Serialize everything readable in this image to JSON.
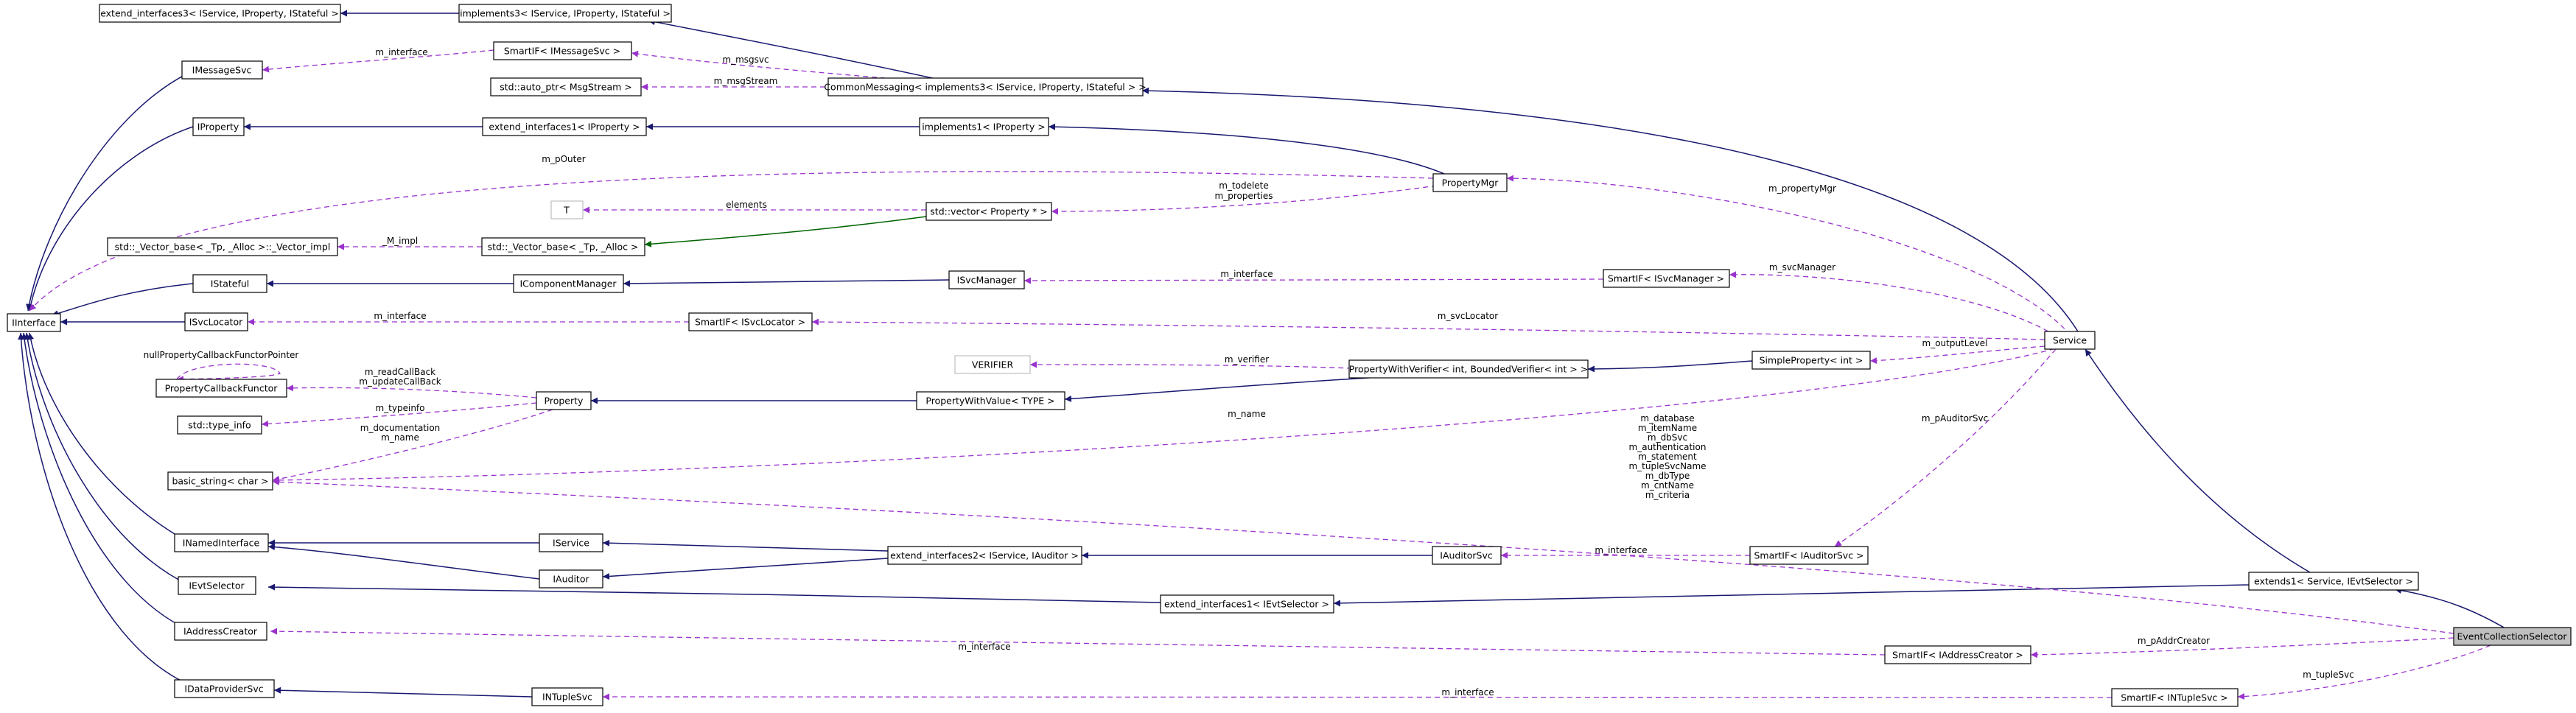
{
  "diagram": {
    "focus_node": "EventCollectionSelector",
    "colors": {
      "inheritance": "#191970",
      "usage": "#9a32cd",
      "template": "#006400",
      "focus_fill": "#bfbfbf"
    },
    "nodes": {
      "IInterface": "IInterface",
      "extend_interfaces3_svc": "extend_interfaces3< IService, IProperty, IStateful >",
      "implements3_svc": "implements3< IService, IProperty, IStateful >",
      "IMessageSvc": "IMessageSvc",
      "SmartIF_IMessageSvc": "SmartIF< IMessageSvc >",
      "auto_ptr_MsgStream": "std::auto_ptr< MsgStream >",
      "CommonMessaging": "CommonMessaging< implements3< IService, IProperty, IStateful > >",
      "IProperty": "IProperty",
      "extend_interfaces1_IProperty": "extend_interfaces1< IProperty >",
      "implements1_IProperty": "implements1< IProperty >",
      "PropertyMgr": "PropertyMgr",
      "T": "T",
      "vector_Property": "std::vector< Property * >",
      "Vector_base_impl": "std::_Vector_base< _Tp, _Alloc >::_Vector_impl",
      "Vector_base": "std::_Vector_base< _Tp, _Alloc >",
      "IStateful": "IStateful",
      "IComponentManager": "IComponentManager",
      "ISvcManager": "ISvcManager",
      "SmartIF_ISvcManager": "SmartIF< ISvcManager >",
      "ISvcLocator": "ISvcLocator",
      "SmartIF_ISvcLocator": "SmartIF< ISvcLocator >",
      "Service": "Service",
      "PropertyCallbackFunctor": "PropertyCallbackFunctor",
      "VERIFIER": "VERIFIER",
      "PropertyWithVerifier": "PropertyWithVerifier< int, BoundedVerifier< int > >",
      "SimpleProperty_int": "SimpleProperty< int >",
      "type_info": "std::type_info",
      "Property": "Property",
      "PropertyWithValue": "PropertyWithValue< TYPE >",
      "basic_string": "basic_string< char >",
      "INamedInterface": "INamedInterface",
      "IService": "IService",
      "IAuditor": "IAuditor",
      "extend_interfaces2": "extend_interfaces2< IService, IAuditor >",
      "IAuditorSvc": "IAuditorSvc",
      "SmartIF_IAuditorSvc": "SmartIF< IAuditorSvc >",
      "IEvtSelector": "IEvtSelector",
      "extend_interfaces1_IEvtSelector": "extend_interfaces1< IEvtSelector >",
      "extends1": "extends1< Service, IEvtSelector >",
      "EventCollectionSelector": "EventCollectionSelector",
      "IAddressCreator": "IAddressCreator",
      "SmartIF_IAddressCreator": "SmartIF< IAddressCreator >",
      "IDataProviderSvc": "IDataProviderSvc",
      "INTupleSvc": "INTupleSvc",
      "SmartIF_INTupleSvc": "SmartIF< INTupleSvc >"
    },
    "edge_labels": {
      "m_interface_msg": "m_interface",
      "m_msgsvc": "m_msgsvc",
      "m_msgStream": "m_msgStream",
      "m_pOuter": "m_pOuter",
      "elements": "elements",
      "m_todelete": "m_todelete",
      "m_properties": "m_properties",
      "m_propertyMgr": "m_propertyMgr",
      "M_impl": "_M_impl",
      "m_interface_svcmgr": "m_interface",
      "m_svcManager": "m_svcManager",
      "m_interface_svcloc": "m_interface",
      "m_svcLocator": "m_svcLocator",
      "nullPropertyCallbackFunctorPointer": "nullPropertyCallbackFunctorPointer",
      "m_readCallBack": "m_readCallBack",
      "m_updateCallBack": "m_updateCallBack",
      "m_verifier": "m_verifier",
      "m_outputLevel": "m_outputLevel",
      "m_typeinfo": "m_typeinfo",
      "m_documentation": "m_documentation",
      "m_name_prop": "m_name",
      "m_name_svc": "m_name",
      "m_pAuditorSvc": "m_pAuditorSvc",
      "m_interface_aud": "m_interface",
      "string_members": [
        "m_database",
        "m_itemName",
        "m_dbSvc",
        "m_authentication",
        "m_statement",
        "m_tupleSvcName",
        "m_dbType",
        "m_cntName",
        "m_criteria"
      ],
      "m_pAddrCreator": "m_pAddrCreator",
      "m_interface_addr": "m_interface",
      "m_tupleSvc": "m_tupleSvc",
      "m_interface_tuple": "m_interface"
    }
  }
}
